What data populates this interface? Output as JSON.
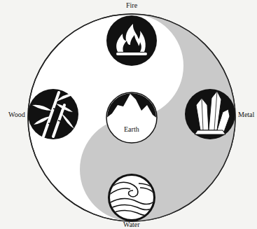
{
  "diagram": {
    "nodes": [
      {
        "text": [
          "Earth"
        ]
      }
    ],
    "labels": [
      "Fire",
      "Wood",
      "Metal",
      "Water"
    ]
  }
}
